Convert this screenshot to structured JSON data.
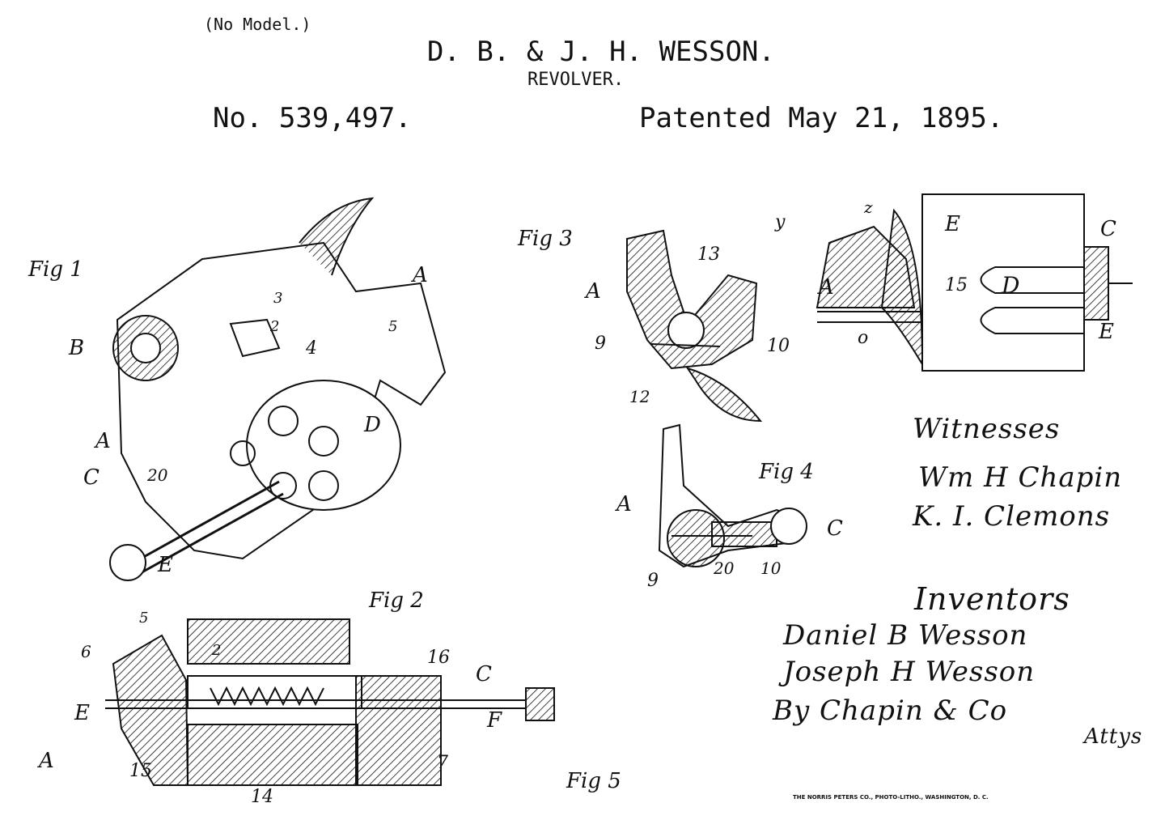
{
  "header": {
    "no_model": "(No Model.)",
    "inventors_title": "D. B. & J. H. WESSON.",
    "subject": "REVOLVER.",
    "patent_number": "No. 539,497.",
    "patent_date": "Patented May 21, 1895."
  },
  "figures": {
    "fig1": {
      "title": "Fig 1",
      "labels": [
        "A",
        "B",
        "A",
        "C",
        "20",
        "E",
        "D",
        "3",
        "2",
        "4",
        "5"
      ]
    },
    "fig2": {
      "title": "Fig 2",
      "labels": [
        "5",
        "6",
        "2",
        "16",
        "C",
        "E",
        "F",
        "A",
        "15",
        "14",
        "7"
      ]
    },
    "fig3": {
      "title": "Fig 3",
      "labels": [
        "A",
        "13",
        "9",
        "10",
        "12"
      ]
    },
    "fig4": {
      "title": "Fig 4",
      "labels": [
        "A",
        "C",
        "9",
        "20",
        "10"
      ]
    },
    "fig5": {
      "title": "Fig 5",
      "labels": [
        "z",
        "y",
        "E",
        "A",
        "15",
        "D",
        "C",
        "E",
        "o"
      ]
    }
  },
  "witnesses": {
    "heading": "Witnesses",
    "names": [
      "Wm H Chapin",
      "K. I. Clemons"
    ]
  },
  "inventors": {
    "heading": "Inventors",
    "names": [
      "Daniel B Wesson",
      "Joseph H Wesson"
    ],
    "by": "By Chapin & Co",
    "attys": "Attys"
  },
  "footer": {
    "printer": "THE NORRIS PETERS CO., PHOTO-LITHO., WASHINGTON, D. C."
  }
}
